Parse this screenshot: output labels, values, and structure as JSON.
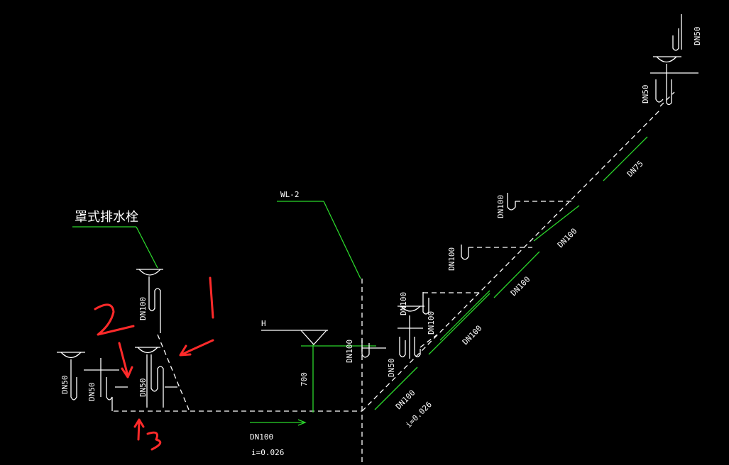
{
  "title_label": "罩式排水栓",
  "riser_label": "WL-2",
  "level_label": "H",
  "height_label": "700",
  "pipe_labels": {
    "top_dn50": "DN50",
    "upper_dn50": "DN50",
    "diag_dn75": "DN75",
    "branch1_dn100": "DN100",
    "diag_dn100_a": "DN100",
    "branch2_dn100": "DN100",
    "diag_dn100_b": "DN100",
    "branch3_dn100": "DN100",
    "branch3_dn100_b": "DN100",
    "diag_dn100_c": "DN100",
    "branch4_dn50": "DN50",
    "diag_dn100_d": "DN100",
    "slope_right": "i=0.026",
    "mid_dn100": "DN100",
    "left_dn100": "DN100",
    "left_dn50_a": "DN50",
    "left_dn50_b": "DN50",
    "left_dn50_c": "DN50",
    "main_dn100": "DN100",
    "slope_main": "i=0.026"
  },
  "annotations": {
    "mark1": "1",
    "mark2": "2",
    "mark3": "3"
  },
  "colors": {
    "background": "#000000",
    "pipe": "#ffffff",
    "leader": "#2bd62b",
    "markup": "#ff2a2a"
  }
}
